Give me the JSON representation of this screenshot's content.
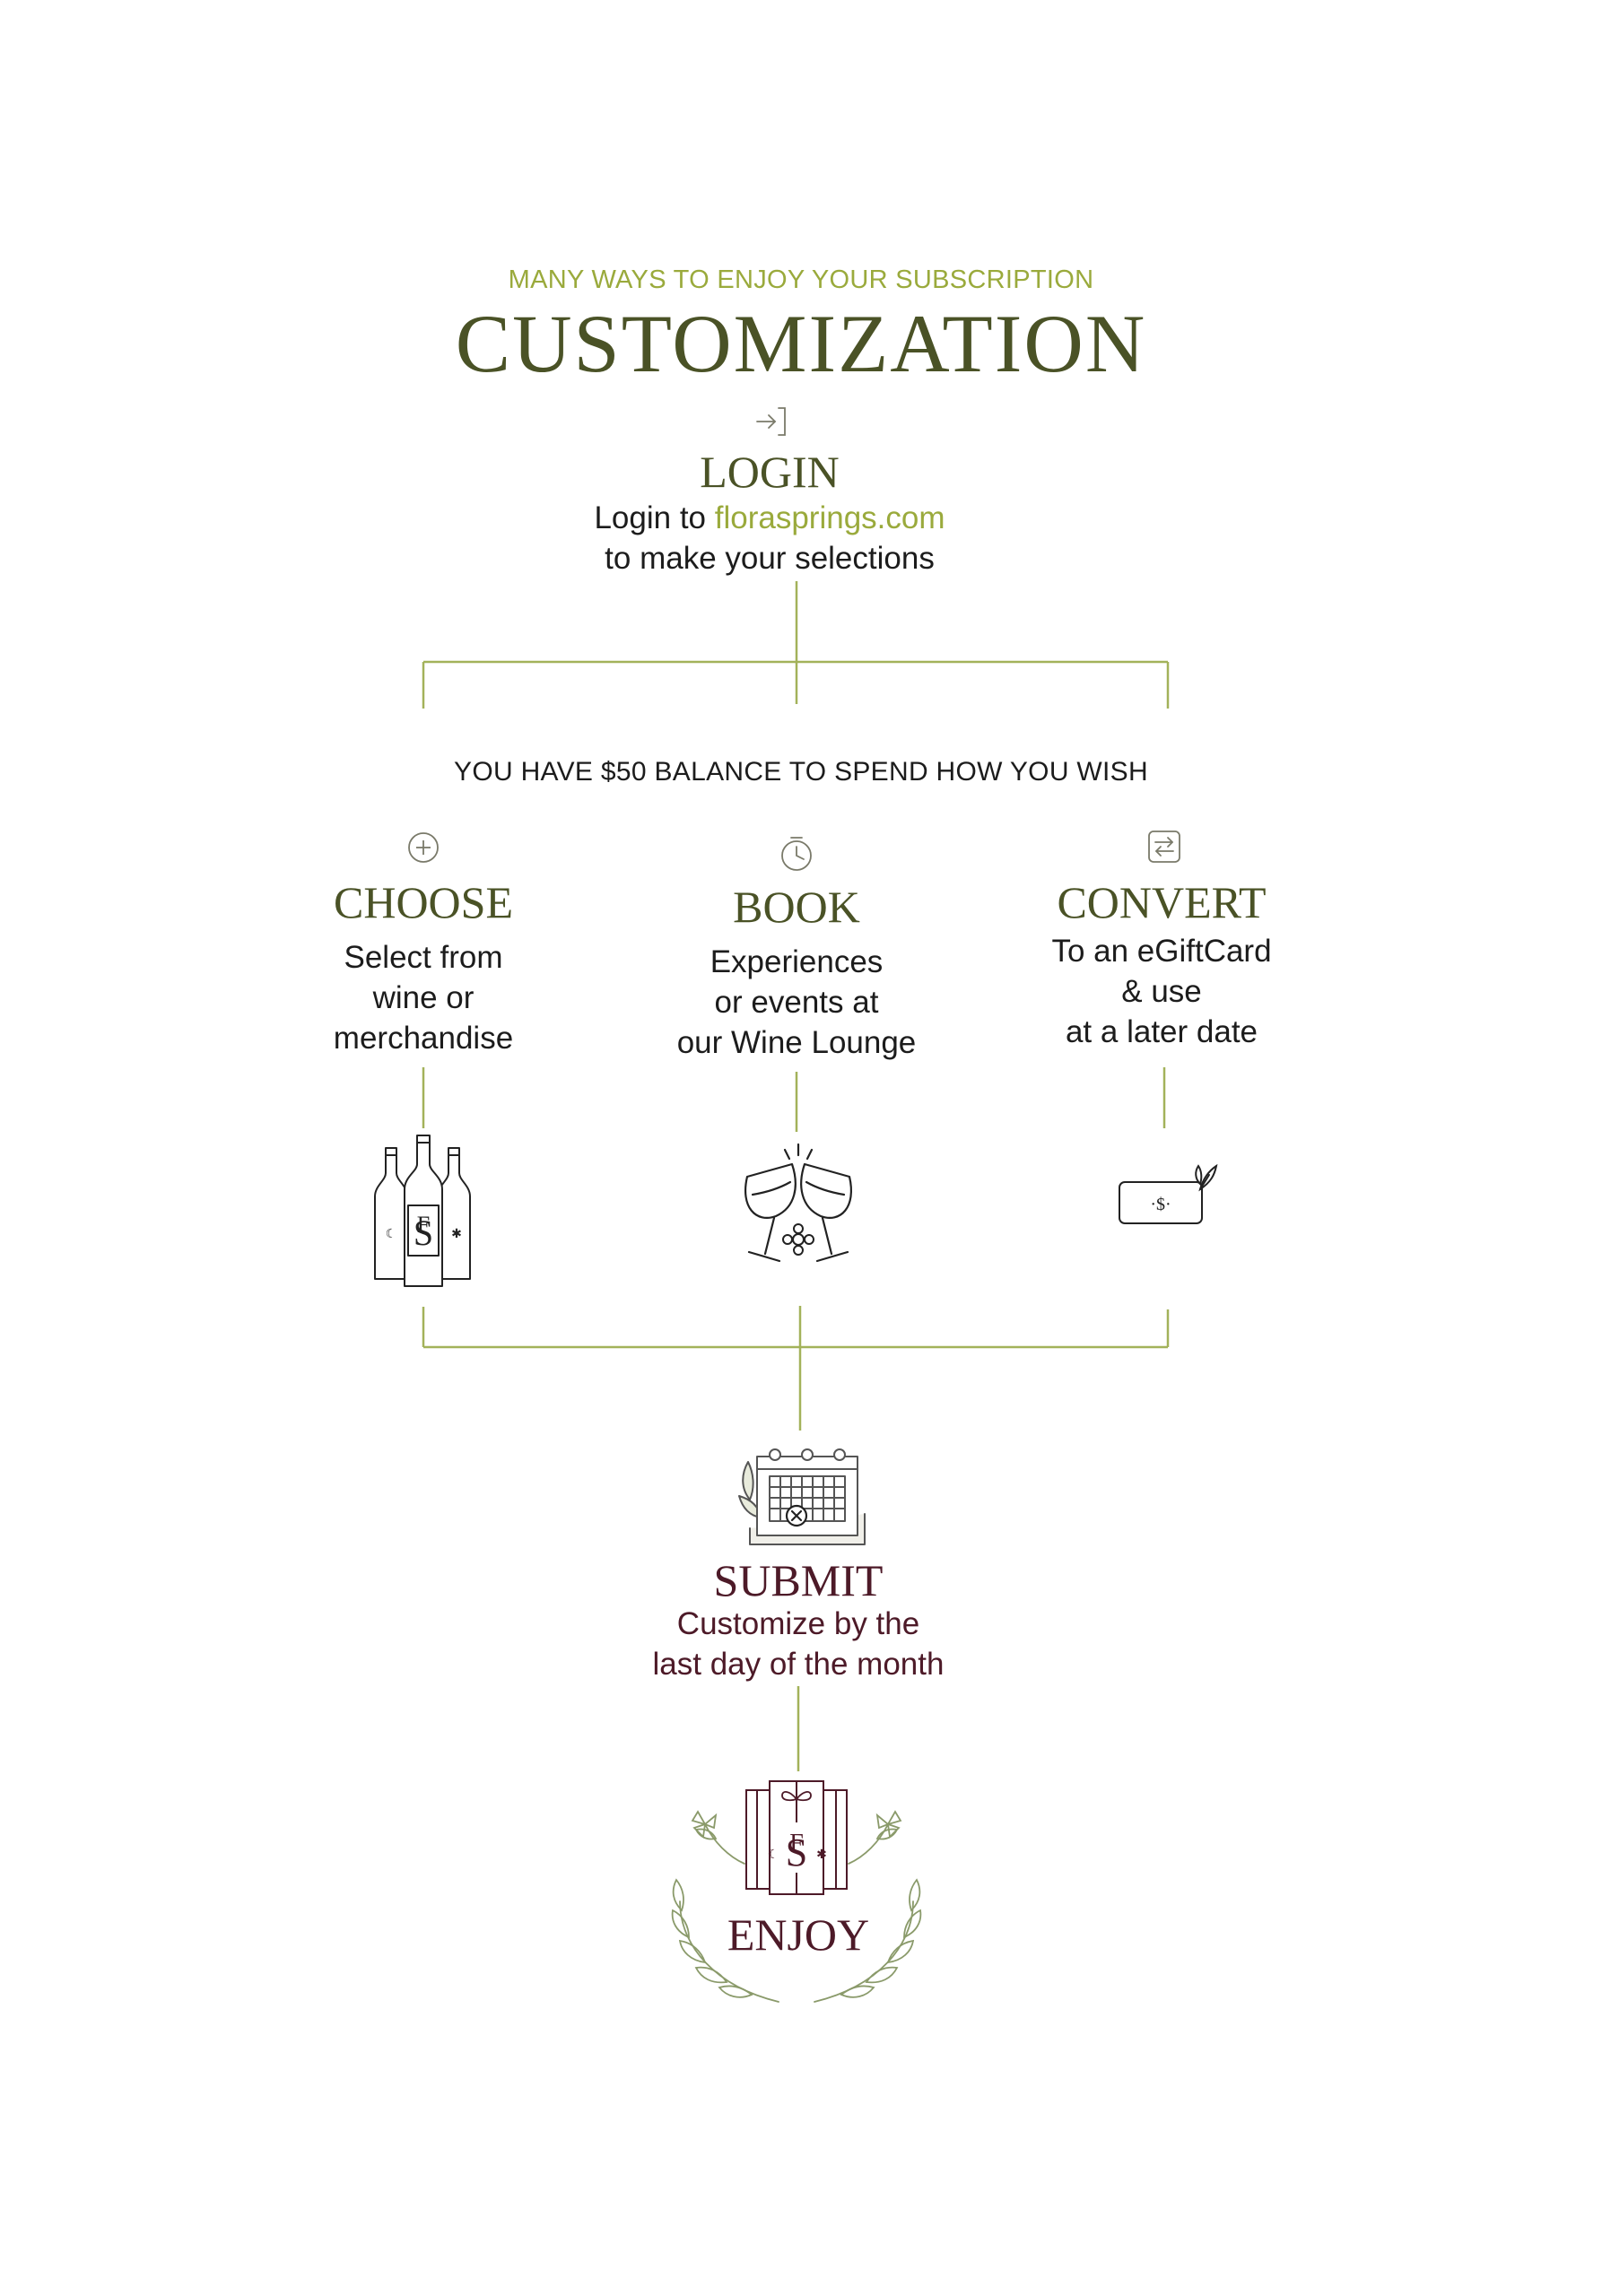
{
  "header": {
    "eyebrow": "MANY WAYS TO ENJOY YOUR SUBSCRIPTION",
    "title": "CUSTOMIZATION"
  },
  "login": {
    "icon": "login-arrow-icon",
    "title": "LOGIN",
    "line1_prefix": "Login to ",
    "line1_link": "florasprings.com",
    "line2": "to make your selections"
  },
  "balance": {
    "text": "YOU HAVE $50 BALANCE TO SPEND HOW YOU WISH"
  },
  "options": [
    {
      "icon": "plus-circle-icon",
      "title": "CHOOSE",
      "lines": [
        "Select from",
        "wine or",
        "merchandise"
      ],
      "illustration": "wine-bottles-icon"
    },
    {
      "icon": "clock-icon",
      "title": "BOOK",
      "lines": [
        "Experiences",
        "or events at",
        "our Wine Lounge"
      ],
      "illustration": "wine-glasses-toast-icon"
    },
    {
      "icon": "exchange-arrows-icon",
      "title": "CONVERT",
      "lines": [
        "To an eGiftCard",
        "& use",
        "at a later date"
      ],
      "illustration": "gift-card-icon"
    }
  ],
  "submit": {
    "illustration": "calendar-icon",
    "title": "SUBMIT",
    "lines": [
      "Customize by the",
      "last day of the month"
    ]
  },
  "enjoy": {
    "illustration": "gift-wreath-icon",
    "title": "ENJOY"
  },
  "colors": {
    "olive_green": "#4a5226",
    "light_green": "#9aaa3c",
    "maroon": "#4d1a28",
    "line_green": "#a3b25a"
  }
}
